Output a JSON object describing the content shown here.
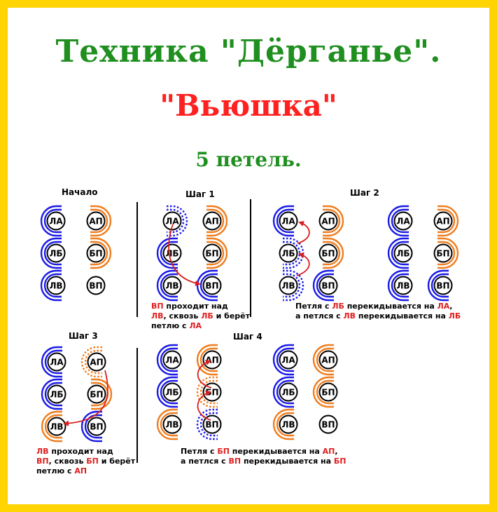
{
  "title": {
    "line1": "Техника \"Дёрганье\".",
    "line2": "\"Вьюшка\"",
    "line3": "5 петель."
  },
  "panels": {
    "start": "Начало",
    "step1": "Шаг 1",
    "step2": "Шаг 2",
    "step3": "Шаг 3",
    "step4": "Шаг 4"
  },
  "stitch_labels": {
    "la": "ЛА",
    "lb": "ЛБ",
    "lv": "ЛВ",
    "ap": "АП",
    "bp": "БП",
    "vp": "ВП"
  },
  "captions": {
    "step1": [
      [
        {
          "t": "ВП",
          "red": true
        },
        {
          "t": " проходит над"
        }
      ],
      [
        {
          "t": "ЛВ",
          "red": true
        },
        {
          "t": ", сквозь "
        },
        {
          "t": "ЛБ",
          "red": true
        },
        {
          "t": " и берёт"
        }
      ],
      [
        {
          "t": "петлю с  "
        },
        {
          "t": "ЛА",
          "red": true
        }
      ]
    ],
    "step2": [
      [
        {
          "t": "Петля с "
        },
        {
          "t": "ЛБ",
          "red": true
        },
        {
          "t": " перекидывается на "
        },
        {
          "t": "ЛА",
          "red": true
        },
        {
          "t": ","
        }
      ],
      [
        {
          "t": "а петлся с "
        },
        {
          "t": "ЛВ",
          "red": true
        },
        {
          "t": " перекидывается на "
        },
        {
          "t": "ЛБ",
          "red": true
        }
      ]
    ],
    "step3": [
      [
        {
          "t": "ЛВ",
          "red": true
        },
        {
          "t": " проходит над"
        }
      ],
      [
        {
          "t": "ВП",
          "red": true
        },
        {
          "t": ", сквозь "
        },
        {
          "t": "БП",
          "red": true
        },
        {
          "t": " и берёт"
        }
      ],
      [
        {
          "t": "петлю с "
        },
        {
          "t": "АП",
          "red": true
        }
      ]
    ],
    "step4": [
      [
        {
          "t": "Петля с "
        },
        {
          "t": "БП",
          "red": true
        },
        {
          "t": " перекидывается на "
        },
        {
          "t": "АП",
          "red": true
        },
        {
          "t": ","
        }
      ],
      [
        {
          "t": "а петлся с "
        },
        {
          "t": "ВП",
          "red": true
        },
        {
          "t": " перекидывается на "
        },
        {
          "t": "БП",
          "red": true
        }
      ]
    ]
  },
  "colors": {
    "frame": "#FFD400",
    "title_green": "#1f8f1f",
    "title_red": "#ff2020",
    "left_thread": "#1a1ae6",
    "right_thread": "#f07d1e",
    "arrow": "#d81e1e"
  }
}
